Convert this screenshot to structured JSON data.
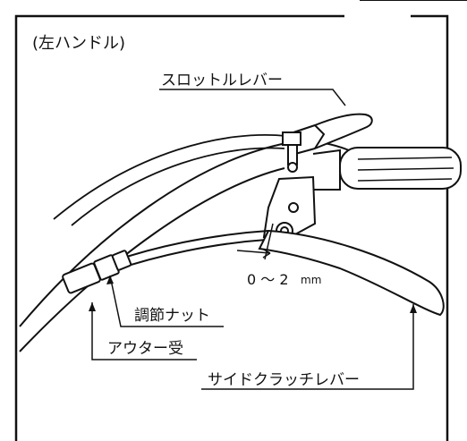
{
  "figure": {
    "panel_title": "(左ハンドル)",
    "labels": {
      "throttle_lever": "スロットルレバー",
      "adjust_nut": "調節ナット",
      "outer_holder": "アウター受",
      "side_clutch_lever": "サイドクラッチレバー",
      "play_value": "0 ～ 2",
      "play_unit": "mm"
    }
  }
}
